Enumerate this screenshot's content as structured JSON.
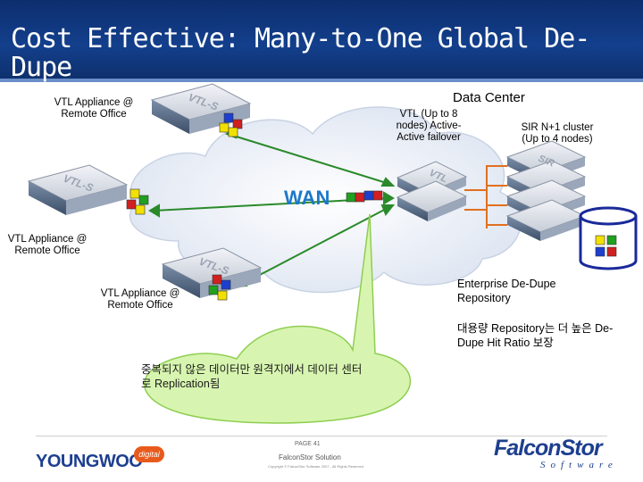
{
  "title": "Cost Effective: Many-to-One Global De-Dupe",
  "labels": {
    "data_center": "Data Center",
    "remote_office_1": "VTL Appliance @ Remote Office",
    "remote_office_2": "VTL Appliance @ Remote Office",
    "remote_office_3": "VTL Appliance @ Remote Office",
    "vtl_nodes": "VTL (Up to 8 nodes) Active-Active failover",
    "sir_cluster": "SIR N+1 cluster (Up to 4 nodes)",
    "repository": "Enterprise De-Dupe Repository",
    "repository_note": "대용량 Repository는 더 높은 De-Dupe Hit Ratio 보장",
    "callout": "중복되지 않은 데이터만 원격지에서 데이터 센터로 Replication됨"
  },
  "network": {
    "wan": "WAN"
  },
  "appliance_labels": {
    "vtl_s": "VTL-S",
    "vtl": "VTL",
    "sir": "SIR"
  },
  "footer": {
    "page": "PAGE 41",
    "solution": "FalconStor Solution",
    "copyright": "Copyright © FalconStor Software 2007 - All Rights Reserved",
    "left_logo": "YOUNGWOO",
    "left_logo_badge": "digital",
    "right_logo": "FalconStor",
    "right_logo_sub": "Software"
  },
  "colors": {
    "header_bg": "#133f8c",
    "arrow": "#2a8a2a",
    "wan_text": "#1c78c8",
    "callout_fill": "#d7f5b0",
    "callout_stroke": "#8fce52",
    "link_orange": "#e07020",
    "cylinder_stroke": "#1a2a9a",
    "logo_blue": "#1d3f8f",
    "logo_orange": "#e85a1b"
  }
}
